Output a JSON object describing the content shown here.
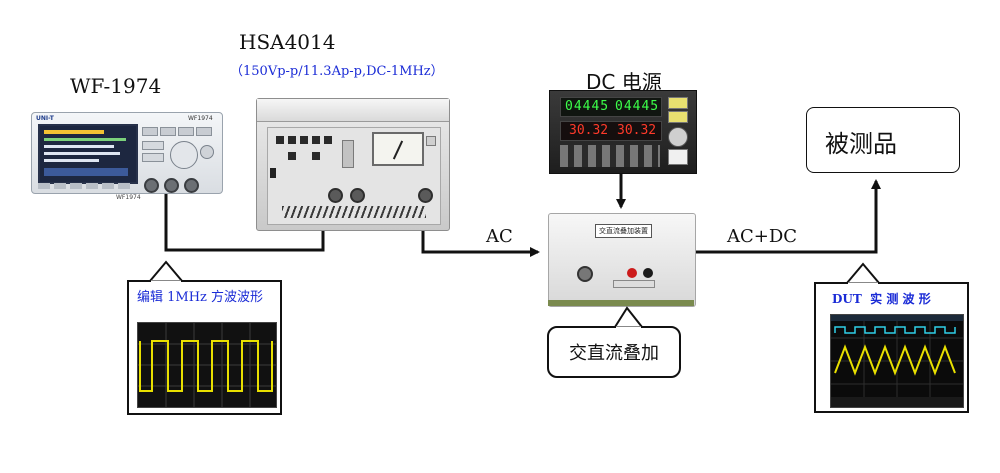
{
  "devices": {
    "generator": {
      "label": "WF-1974",
      "brand": "UNI-T",
      "badge": "WF1974",
      "footer": "WF1974"
    },
    "amplifier": {
      "label": "HSA4014",
      "spec": "（150Vp-p/11.3Ap-p,DC-1MHz）"
    },
    "dc_supply": {
      "label": "DC 电源",
      "display_top_left": "04445",
      "display_top_right": "04445",
      "display_bottom_left": "30.32",
      "display_bottom_right": "30.32"
    },
    "combiner": {
      "plate": "交直流叠加装置"
    },
    "dut": {
      "label": "被测品"
    }
  },
  "signals": {
    "ac": "AC",
    "ac_dc": "AC+DC"
  },
  "callouts": {
    "combiner": "交直流叠加",
    "edit_wave": "编辑 1MHz 方波波形",
    "dut_wave": "DUT  实 测 波 形"
  },
  "colors": {
    "label_blue": "#1a2bd6",
    "scope_yellow": "#e8e000",
    "scope_cyan": "#2fd0e8",
    "seg_green": "#3cff4a",
    "seg_red": "#ff3a2a"
  }
}
